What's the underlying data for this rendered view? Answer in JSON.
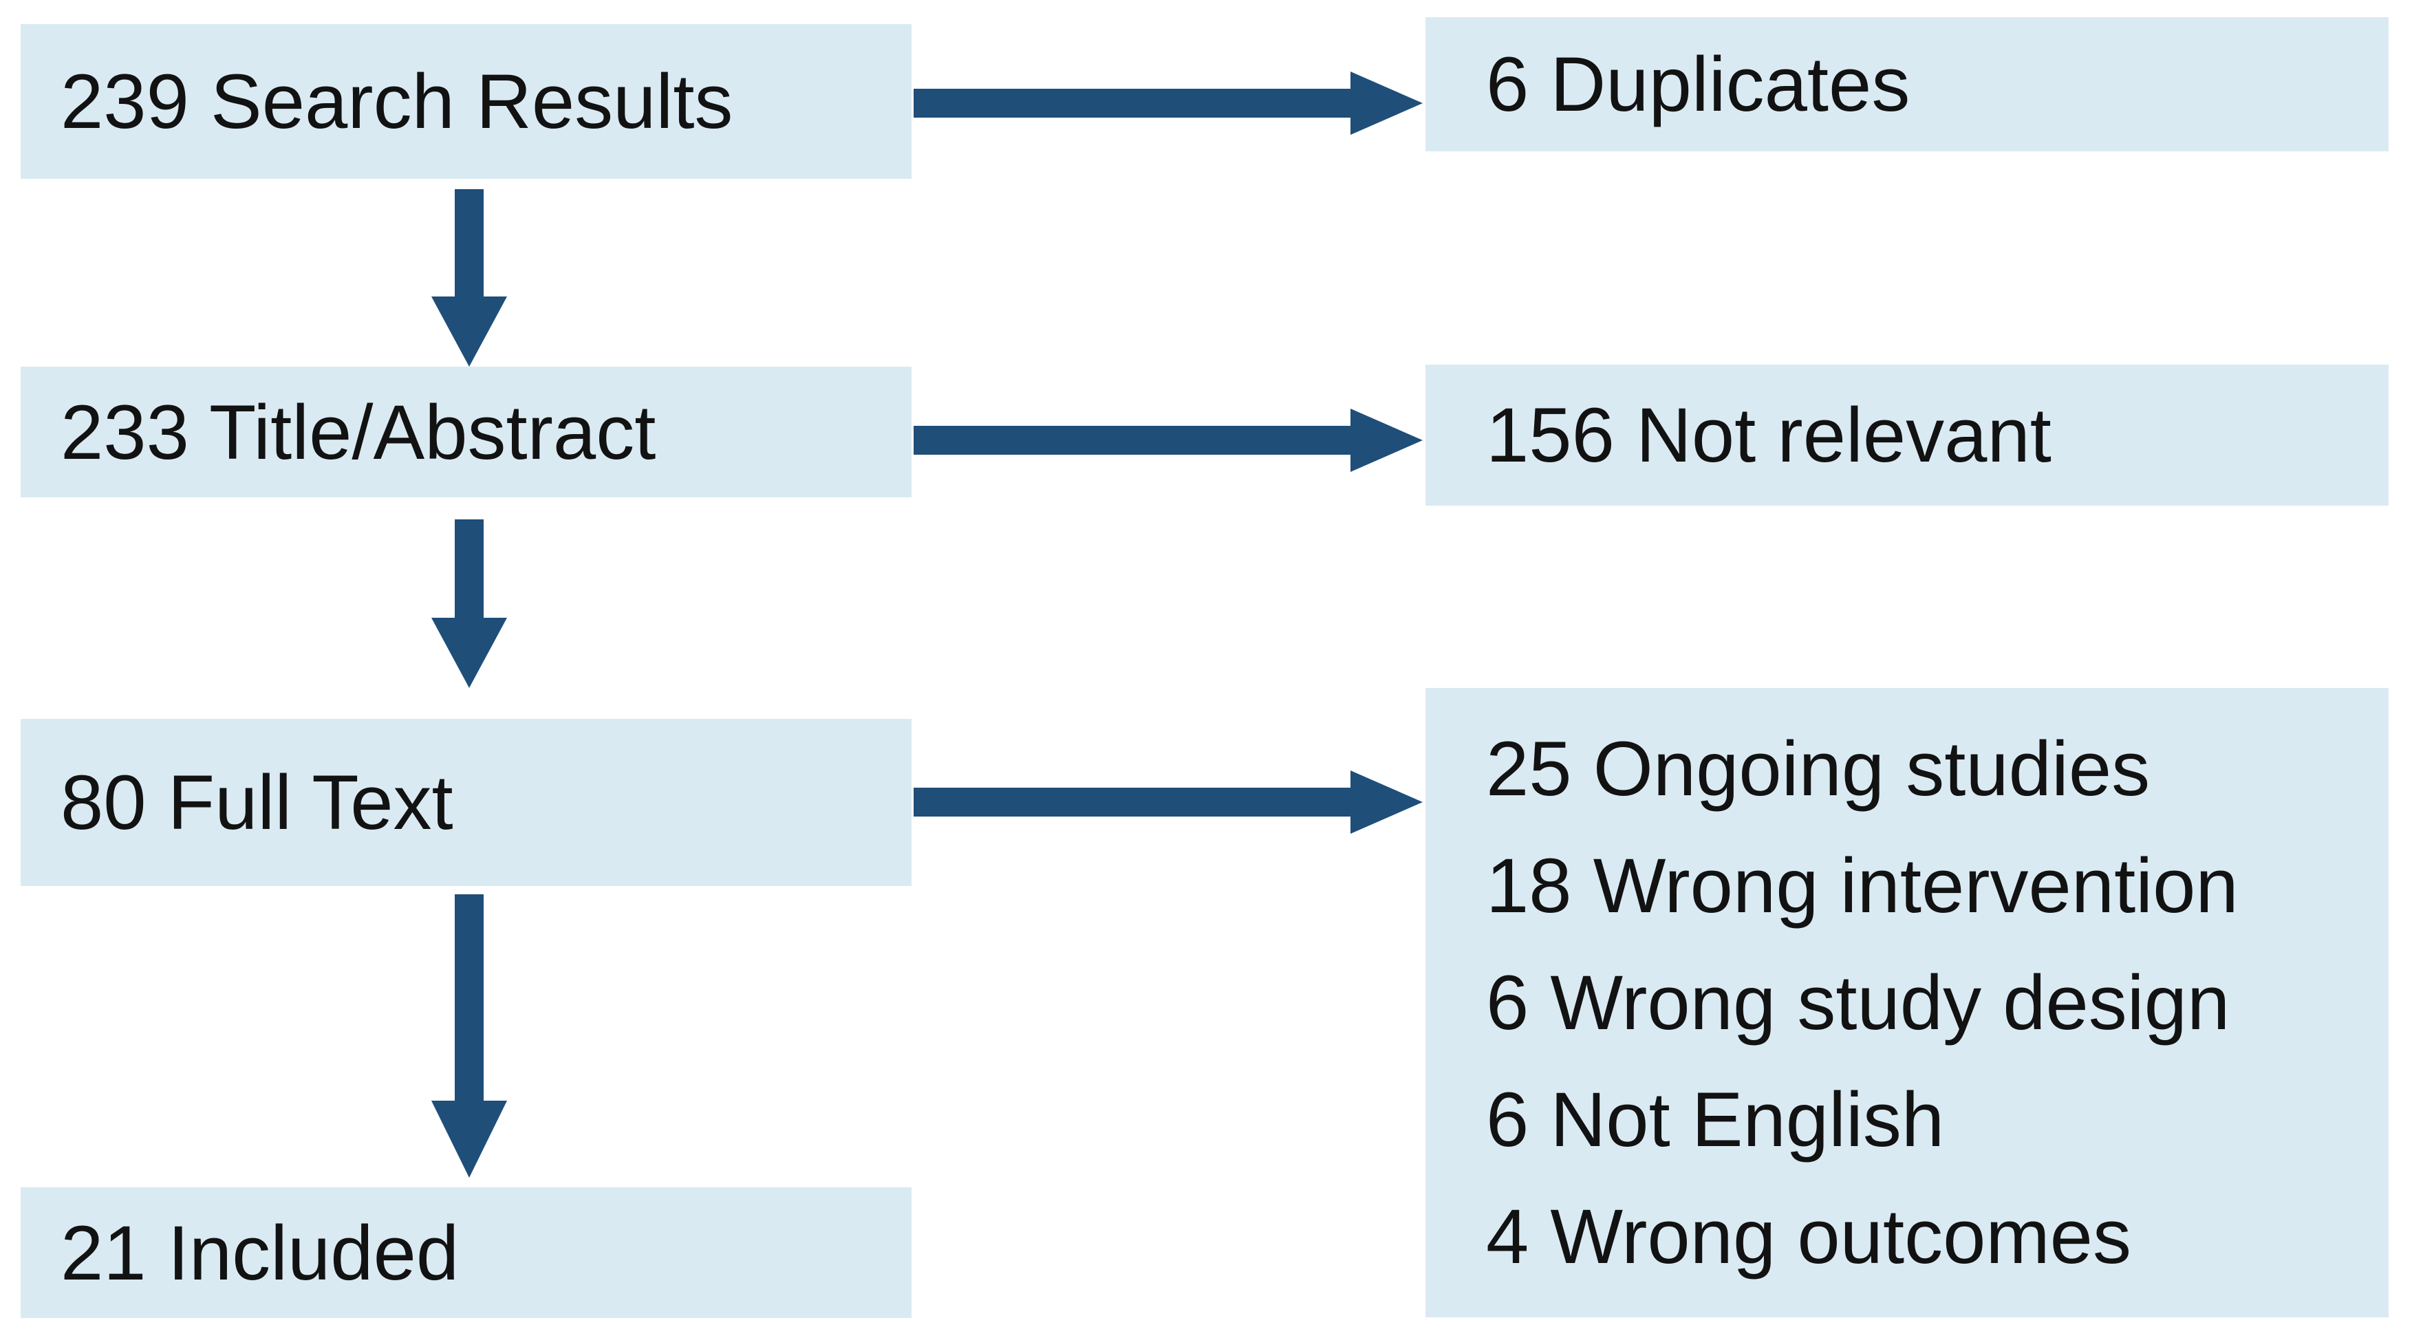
{
  "diagram": {
    "type": "study-selection-flow",
    "colors": {
      "arrow": "#1f4e79",
      "box_fill": "#daeaf3",
      "text": "#121212",
      "background": "#ffffff"
    },
    "stages": [
      {
        "label": "239 Search Results"
      },
      {
        "label": "233 Title/Abstract"
      },
      {
        "label": "80 Full Text"
      },
      {
        "label": "21 Included"
      }
    ],
    "exclusions": [
      {
        "from_stage": "239 Search Results",
        "lines": [
          "6 Duplicates"
        ]
      },
      {
        "from_stage": "233 Title/Abstract",
        "lines": [
          "156 Not relevant"
        ]
      },
      {
        "from_stage": "80 Full Text",
        "lines": [
          "25 Ongoing studies",
          "18 Wrong intervention",
          "6 Wrong study design",
          "6 Not English",
          "4 Wrong outcomes"
        ]
      }
    ]
  }
}
